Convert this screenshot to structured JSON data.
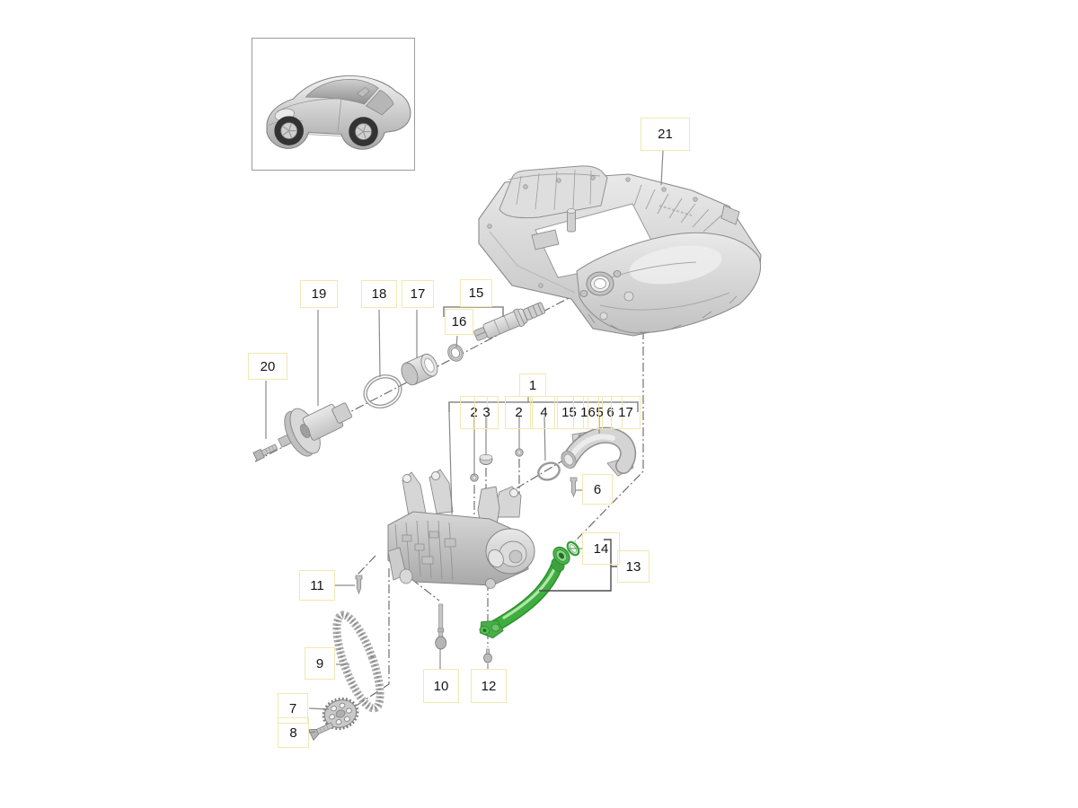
{
  "figure": {
    "type": "exploded-parts-diagram",
    "vehicle_thumbnail": "sports-car",
    "highlighted_part_numbers": [
      "13",
      "14"
    ],
    "callouts": {
      "c21": "21",
      "c19": "19",
      "c18": "18",
      "c17": "17",
      "c15": "15",
      "c16": "16",
      "c20": "20",
      "c1": "1",
      "row": [
        "2",
        "3",
        "2",
        "4",
        "15",
        "16",
        "5",
        "6",
        "17"
      ],
      "c6": "6",
      "c14": "14",
      "c13": "13",
      "c11": "11",
      "c9": "9",
      "c7": "7",
      "c8": "8",
      "c10": "10",
      "c12": "12"
    },
    "colors": {
      "highlight_green": "#3fae3f",
      "label_border": "#f3e7b0",
      "leader_gray": "#8a8a8a",
      "bracket_dark": "#4d4d4d"
    }
  }
}
